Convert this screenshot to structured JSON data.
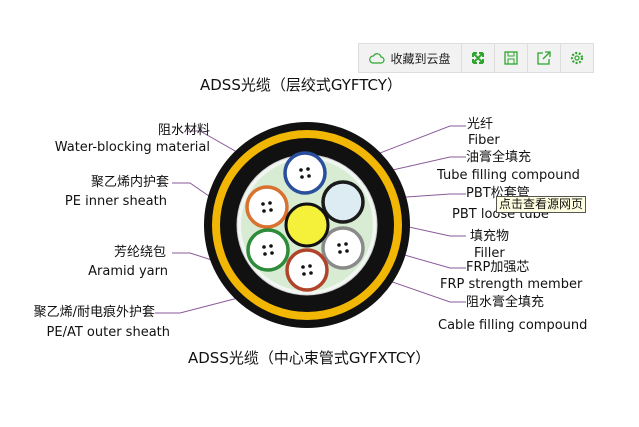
{
  "toolbar": {
    "save_cloud_label": "收藏到云盘",
    "icons": [
      "cloud-icon",
      "expand-icon",
      "save-icon",
      "share-icon",
      "gear-icon"
    ],
    "accent": "#2fa52f"
  },
  "diagram": {
    "title_top": "ADSS光缆（层绞式GYFTCY）",
    "title_bottom": "ADSS光缆（中心束管式GYFXTCY）",
    "left_labels": [
      {
        "zh": "阻水材料",
        "en": "Water-blocking material"
      },
      {
        "zh": "聚乙烯内护套",
        "en": "PE inner sheath"
      },
      {
        "zh": "芳纶绕包",
        "en": "Aramid yarn"
      },
      {
        "zh": "聚乙烯/耐电痕外护套",
        "en": "PE/AT outer sheath"
      }
    ],
    "right_labels": [
      {
        "zh": "光纤",
        "en": "Fiber"
      },
      {
        "zh": "油膏全填充",
        "en": "Tube filling compound"
      },
      {
        "zh": "PBT松套管",
        "en": "PBT loose tube"
      },
      {
        "zh": "填充物",
        "en": "Filler"
      },
      {
        "zh": "FRP加强芯",
        "en": "FRP strength member"
      },
      {
        "zh": "阻水膏全填充",
        "en": "Cable filling compound"
      }
    ],
    "colors": {
      "sheath": "#111111",
      "aramid": "#f2b705",
      "filler": "#d8ecd4",
      "strength": "#f5f03a",
      "tubes": [
        "#2a4f9c",
        "#d9722f",
        "#1a1a1a",
        "#2e8b3a",
        "#8a8a8a",
        "#b0442a"
      ]
    }
  },
  "tooltip": "点击查看源网页"
}
